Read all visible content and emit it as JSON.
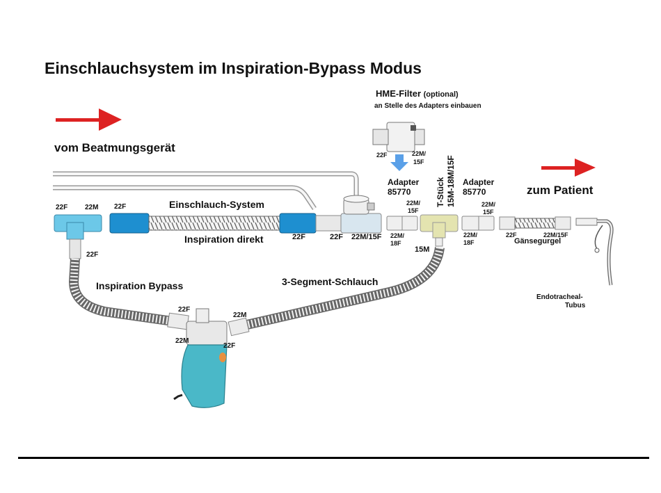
{
  "title": "Einschlauchsystem im Inspiration-Bypass Modus",
  "colors": {
    "arrow": "#dd2222",
    "blue_connector": "#1e8fd0",
    "light_blue": "#6cc8e8",
    "teal_handle": "#4ab8c8",
    "orange_button": "#e89040",
    "t_piece": "#e4e4b0",
    "filter_arrow": "#5aa0e8",
    "rule": "#000000"
  },
  "labels": {
    "from_ventilator": "vom Beatmungsgerät",
    "to_patient": "zum Patient",
    "single_hose_system": "Einschlauch-System",
    "inspiration_direct": "Inspiration direkt",
    "inspiration_bypass": "Inspiration Bypass",
    "three_segment_hose": "3-Segment-Schlauch",
    "hme_filter": "HME-Filter",
    "hme_optional": "(optional)",
    "hme_note": "an Stelle des  Adapters einbauen",
    "adapter_left": "Adapter",
    "adapter_left_no": "85770",
    "adapter_right": "Adapter",
    "adapter_right_no": "85770",
    "t_piece_line1": "T-Stück",
    "t_piece_line2": "15M-18M/15F",
    "gooseneck": "Gänsegurgel",
    "endotracheal_line1": "Endotracheal-",
    "endotracheal_line2": "Tubus"
  },
  "sizes": {
    "tee_left_22f": "22F",
    "tee_right_22m": "22M",
    "tee_bottom_22f": "22F",
    "hose_start_22f": "22F",
    "hose_end_22f": "22F",
    "valve_in_22f": "22F",
    "valve_out_22m15f": "22M/15F",
    "hme_in_22f": "22F",
    "hme_out_22m": "22M/",
    "hme_out_15f": "15F",
    "adapterL_top_22m": "22M/",
    "adapterL_top_15f": "15F",
    "adapterL_bot_22m": "22M/",
    "adapterL_bot_18f": "18F",
    "tpiece_bottom_15m": "15M",
    "adapterR_top_22m": "22M/",
    "adapterR_top_15f": "15F",
    "adapterR_bot_22m": "22M/",
    "adapterR_bot_18f": "18F",
    "goose_22f": "22F",
    "goose_22m15f": "22M/15F",
    "bypass_top_22f": "22F",
    "bypass_left_22m": "22M",
    "bypass_right_22m": "22M",
    "bypass_right_22f": "22F"
  }
}
